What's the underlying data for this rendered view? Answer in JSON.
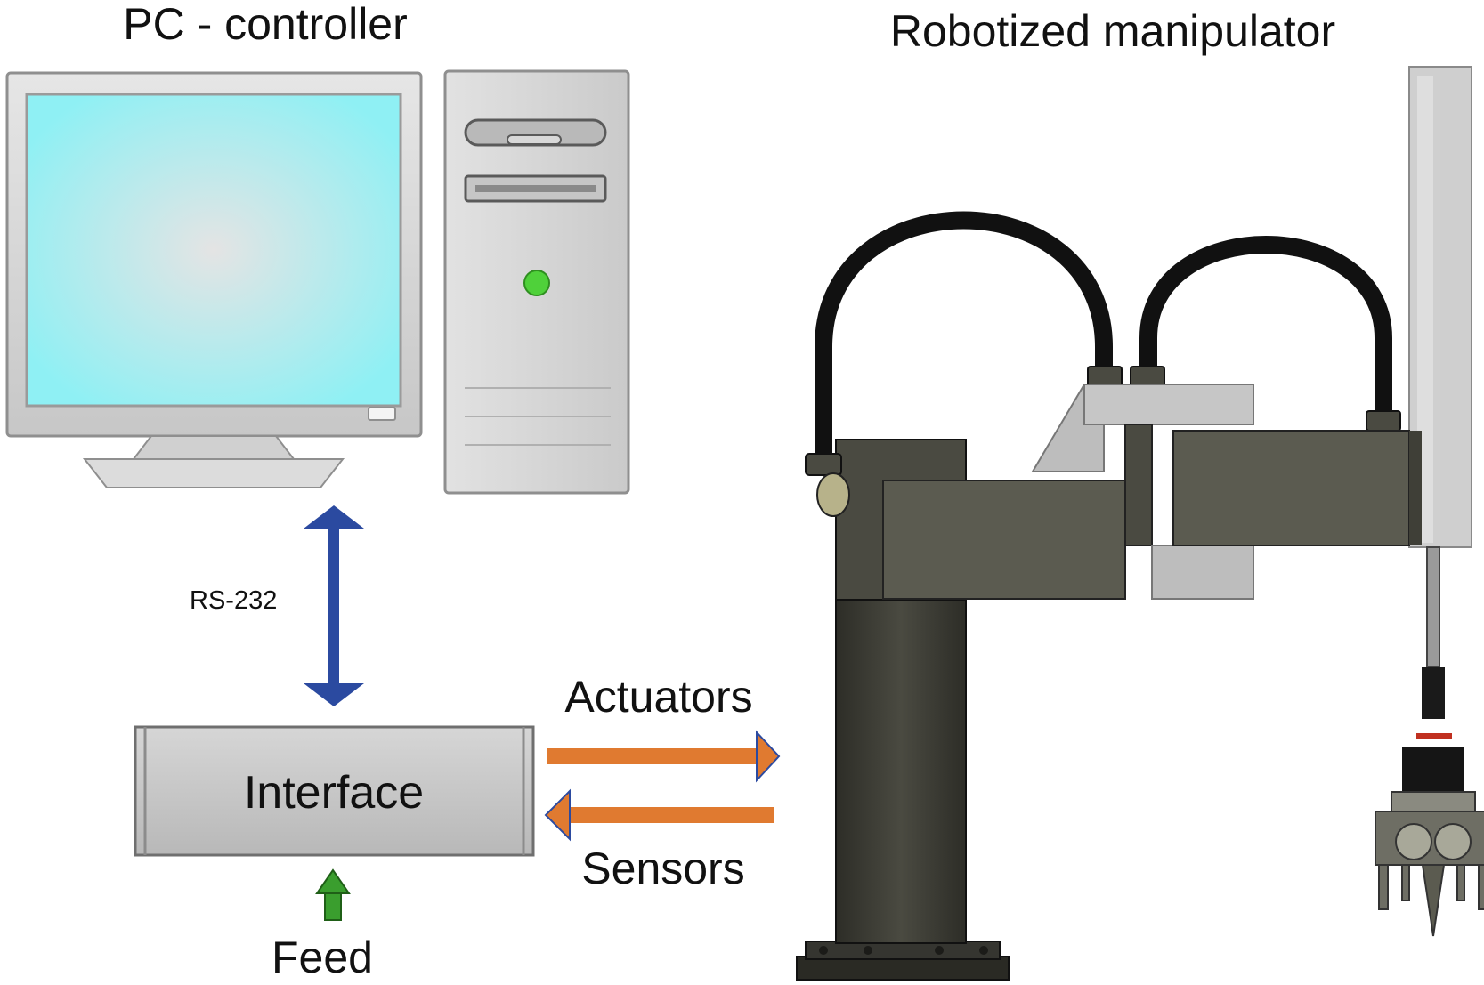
{
  "labels": {
    "pc_title": "PC - controller",
    "robot_title": "Robotized manipulator",
    "link": "RS-232",
    "interface": "Interface",
    "feed": "Feed",
    "actuators": "Actuators",
    "sensors": "Sensors"
  },
  "colors": {
    "screen": "#8ff0f4",
    "screen_center": "#dedede",
    "bezel": "#d8d8d8",
    "tower": "#d6d6d6",
    "power_led": "#4fd13a",
    "link_arrow": "#2b4aa0",
    "signal_arrow": "#e07a30",
    "feed_arrow": "#3a9e2e",
    "interface_box": "#c2c2c2",
    "column": "#3b3b33",
    "arm_dark": "#5b5b50",
    "arm_light": "#bdbdbd",
    "cable": "#111111",
    "mast": "#cfcfcf"
  },
  "icons": [
    "monitor-icon",
    "computer-tower-icon",
    "power-led-icon",
    "robot-column-icon",
    "robot-arm-icon",
    "gripper-icon"
  ]
}
